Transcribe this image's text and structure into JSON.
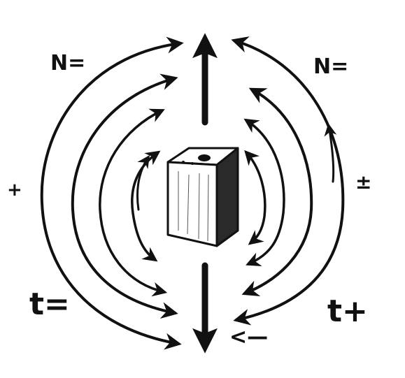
{
  "labels": {
    "top_left": "N=",
    "top_right": "N=",
    "mid_left": "+",
    "mid_right": "±",
    "bottom_left": "t=",
    "bottom_right": "t+",
    "bottom_center": "<—"
  },
  "colors": {
    "ink": "#111111",
    "paper": "#ffffff",
    "block_shadow": "#2a2a2a"
  },
  "icons": {
    "block": "magnet-block-icon",
    "up_arrow": "arrow-up-icon",
    "down_arrow": "arrow-down-icon"
  }
}
